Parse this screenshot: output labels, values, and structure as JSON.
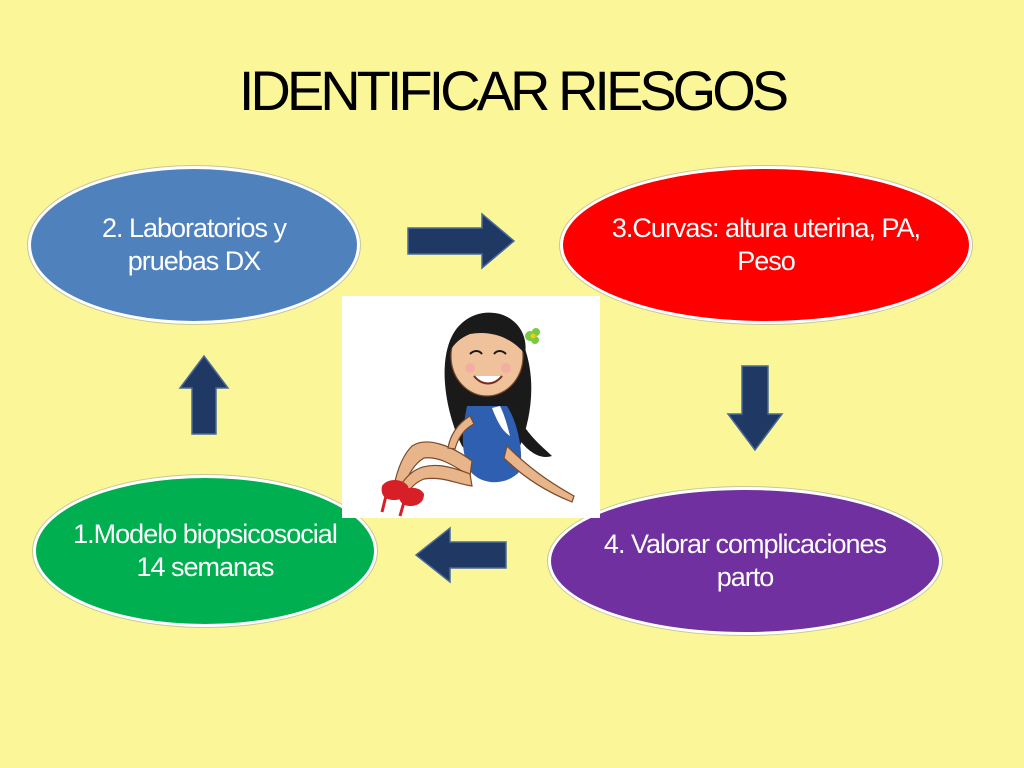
{
  "title": "IDENTIFICAR RIESGOS",
  "steps": [
    {
      "label": "2. Laboratorios y pruebas DX",
      "color": "#4f81bd"
    },
    {
      "label": "3.Curvas: altura uterina, PA, Peso",
      "color": "#ff0000"
    },
    {
      "label": "1.Modelo biopsicosocial 14 semanas",
      "color": "#00b050"
    },
    {
      "label": "4. Valorar complicaciones parto",
      "color": "#7030a0"
    }
  ],
  "colors": {
    "background": "#fbf799",
    "arrow": "#1f3864"
  },
  "icons": {
    "center": "cartoon-woman-sitting-icon",
    "arrows": [
      "arrow-right-icon",
      "arrow-down-icon",
      "arrow-left-icon",
      "arrow-up-icon"
    ]
  }
}
